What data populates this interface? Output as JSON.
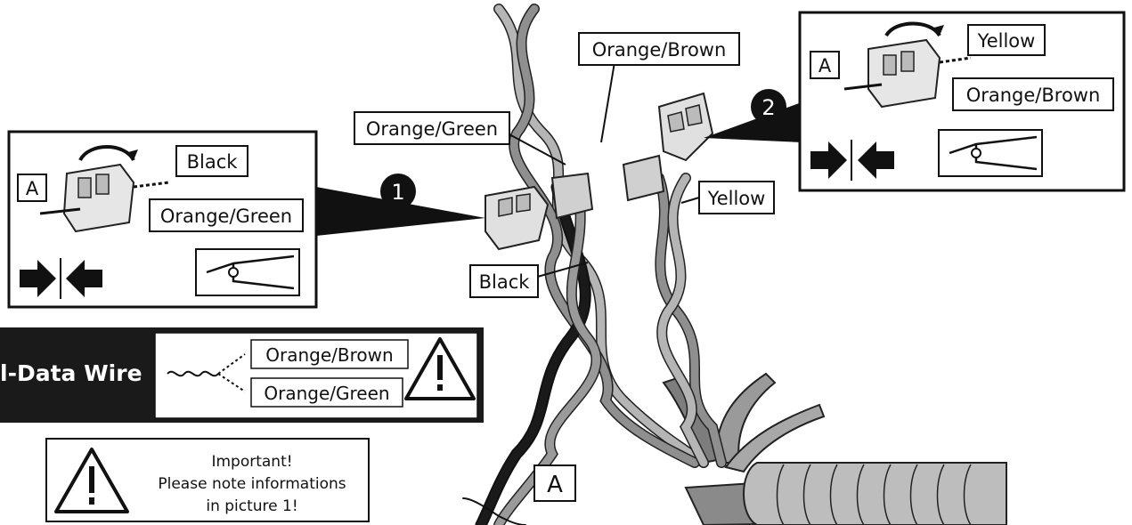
{
  "labels": {
    "orange_brown_top": "Orange/Brown",
    "orange_green_mid": "Orange/Green",
    "yellow_mid": "Yellow",
    "black_mid": "Black",
    "strand_a": "A"
  },
  "callout1": {
    "number": "1",
    "marker_a": "A",
    "wire_black": "Black",
    "wire_orange_green": "Orange/Green"
  },
  "callout2": {
    "number": "2",
    "marker_a": "A",
    "wire_yellow": "Yellow",
    "wire_orange_brown": "Orange/Brown"
  },
  "data_wire_box": {
    "banner": "l-Data Wire",
    "wire_orange_brown": "Orange/Brown",
    "wire_orange_green": "Orange/Green"
  },
  "important_note": {
    "line1": "Important!",
    "line2": "Please note informations",
    "line3": "in picture 1!"
  },
  "icons": [
    "arrow-right-icon",
    "arrow-left-icon",
    "pliers-icon",
    "warning-icon",
    "connector-icon",
    "rotate-arrow-icon"
  ],
  "colors": {
    "dark_wire": "#1a1a1a",
    "grey_wire": "#8f8f8f",
    "light_wire": "#b5b5b5",
    "banner_bg": "#1a1a1a"
  }
}
